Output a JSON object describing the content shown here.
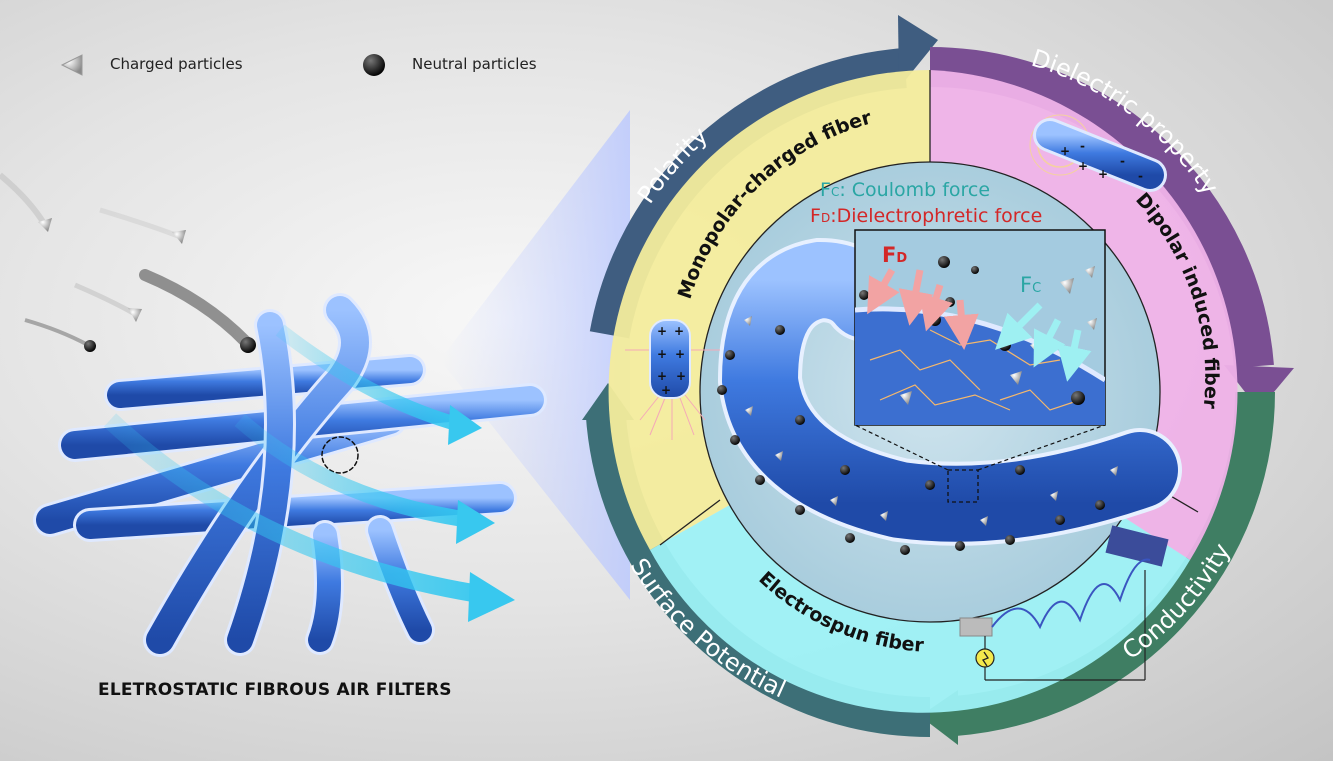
{
  "legend": {
    "charged_label": "Charged particles",
    "neutral_label": "Neutral particles"
  },
  "bottom_title": "ELETROSTATIC FIBROUS AIR FILTERS",
  "outer_ring": {
    "polarity": "Polarity",
    "dielectric": "Dielectric property",
    "conductivity": "Conductivity",
    "surface": "Surface Potential"
  },
  "inner_ring": {
    "monopolar": "Monopolar-charged fiber",
    "dipolar": "Dipolar induced fiber",
    "electrospun": "Electrospun fiber"
  },
  "forces": {
    "fc_symbol": "F",
    "fc_sub": "C",
    "fc_text": ": Coulomb force",
    "fd_symbol": "F",
    "fd_sub": "D",
    "fd_text": ":Dielectrophretic force"
  },
  "zoom": {
    "fd_label": "F",
    "fd_sub": "D",
    "fc_label": "F",
    "fc_sub": "C"
  },
  "charges": {
    "plus": "+",
    "minus": "-"
  },
  "colors": {
    "polarity": "#3f5d80",
    "dielectric": "#7a4f93",
    "conductivity": "#3f7e63",
    "surface": "#3d6f77",
    "yellow_band": "#f3ec9c",
    "pink_band": "#efb2e8",
    "cyan_band": "#9df1f5",
    "fiber": "#3e74d6",
    "fc_color": "#2aa6a4",
    "fd_color": "#d32727"
  }
}
